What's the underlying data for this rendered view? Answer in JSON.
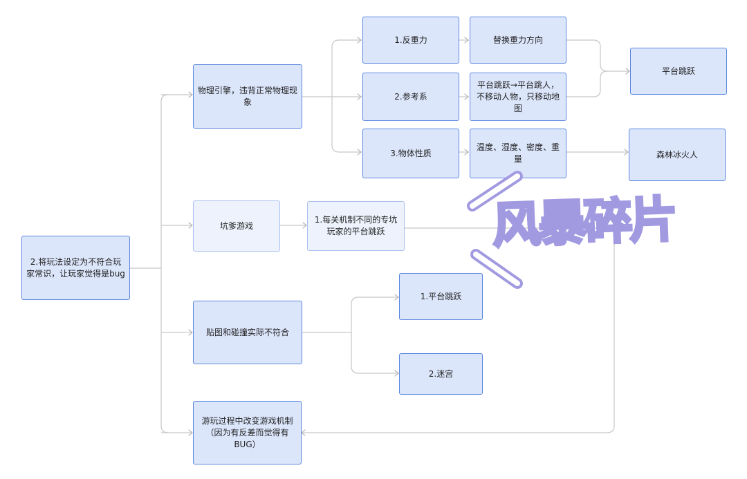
{
  "diagram": {
    "root": "2.将玩法设定为不符合玩家常识，让玩家觉得是bug",
    "physics_engine": "物理引擎，违背正常物理现象",
    "anti_gravity": "1.反重力",
    "swap_gravity": "替换重力方向",
    "reference_frame": "2.参考系",
    "reference_detail": "平台跳跃→平台跳人，不移动人物，只移动地图",
    "object_properties": "3.物体性质",
    "properties_detail": "温度、湿度、密度、重量",
    "platform_jump_result": "平台跳跃",
    "forest_ice_fire": "森林冰火人",
    "troll_game": "坑爹游戏",
    "troll_detail": "1.每关机制不同的专坑玩家的平台跳跃",
    "texture_collision": "贴图和碰撞实际不符合",
    "tc_platform_jump": "1.平台跳跃",
    "tc_maze": "2.迷宫",
    "change_mechanics": "游玩过程中改变游戏机制（因为有反差而觉得有BUG）"
  },
  "watermark": "风暴碎片",
  "colors": {
    "node_fill": "#dce6fb",
    "node_border": "#5b86e0",
    "light_fill": "#edf2fc",
    "connector": "#c4c4c4",
    "watermark_outline": "#a29ae0"
  }
}
